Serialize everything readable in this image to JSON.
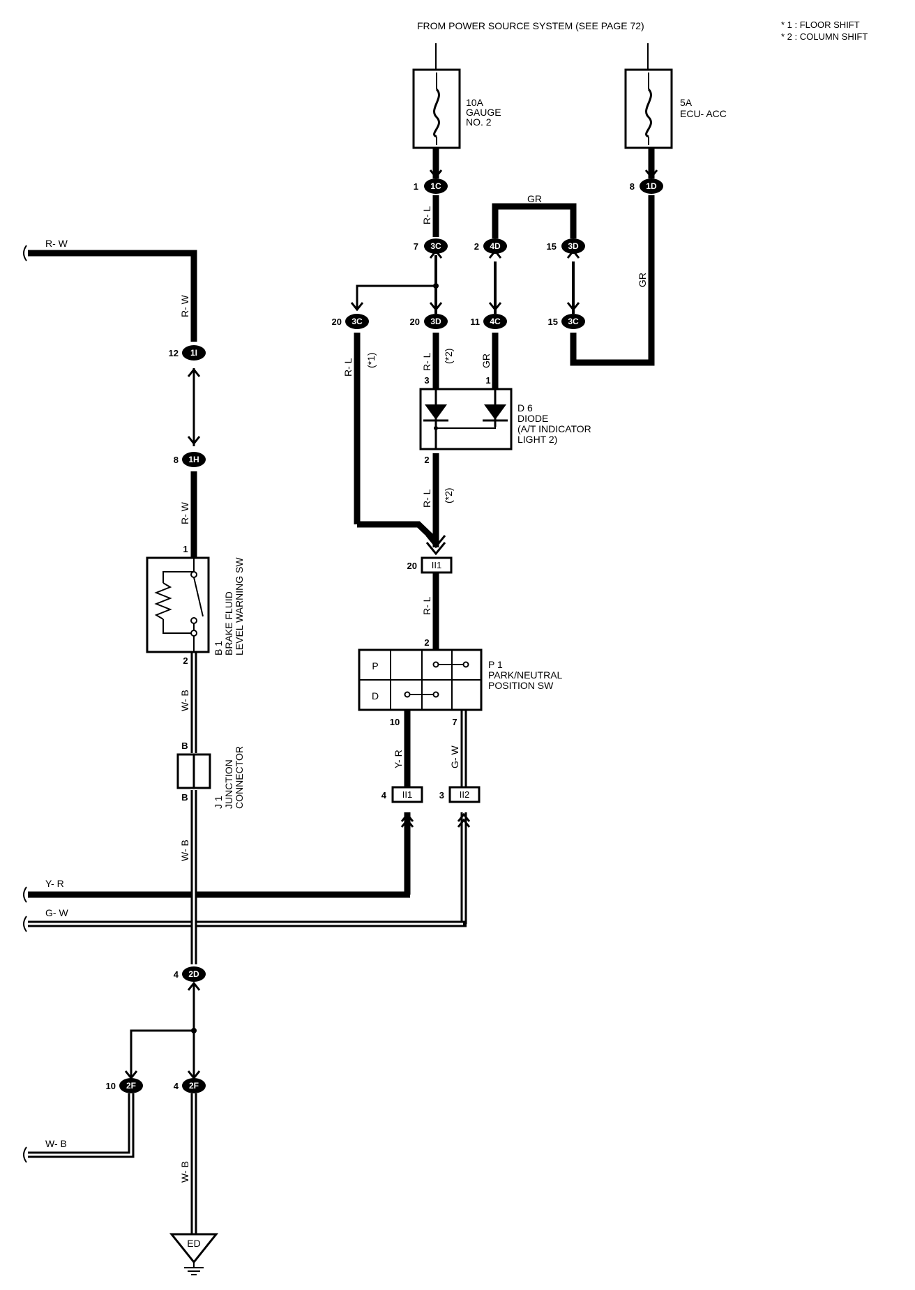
{
  "header": {
    "power_source": "FROM POWER SOURCE SYSTEM (SEE PAGE 72)",
    "note1": "* 1 : FLOOR SHIFT",
    "note2": "* 2 : COLUMN SHIFT"
  },
  "fuses": {
    "gauge": {
      "l1": "10A",
      "l2": "GAUGE",
      "l3": "NO. 2"
    },
    "ecu": {
      "l1": "5A",
      "l2": "ECU- ACC"
    }
  },
  "connectors": {
    "c1C": {
      "code": "1C",
      "pin": "1"
    },
    "c1D": {
      "code": "1D",
      "pin": "8"
    },
    "c3C_top": {
      "code": "3C",
      "pin": "7"
    },
    "c4D": {
      "code": "4D",
      "pin": "2"
    },
    "c3D_top": {
      "code": "3D",
      "pin": "15"
    },
    "c3C_l": {
      "code": "3C",
      "pin": "20"
    },
    "c3D_m": {
      "code": "3D",
      "pin": "20"
    },
    "c4C": {
      "code": "4C",
      "pin": "11"
    },
    "c3C_r": {
      "code": "3C",
      "pin": "15"
    },
    "c1I": {
      "code": "1I",
      "pin": "12"
    },
    "c1H": {
      "code": "1H",
      "pin": "8"
    },
    "cII1_top": {
      "code": "II1",
      "pin": "20"
    },
    "cII1_bot": {
      "code": "II1",
      "pin": "4"
    },
    "cII2": {
      "code": "II2",
      "pin": "3"
    },
    "c2D": {
      "code": "2D",
      "pin": "4"
    },
    "c2F_l": {
      "code": "2F",
      "pin": "10"
    },
    "c2F_r": {
      "code": "2F",
      "pin": "4"
    },
    "ground": "ED"
  },
  "wires": {
    "rw": "R- W",
    "rw_v": "R- W",
    "rl": "R- L",
    "gr": "GR",
    "wb": "W- B",
    "yr": "Y- R",
    "gw": "G- W",
    "s1": "(*1)",
    "s2": "(*2)"
  },
  "pins": {
    "p3": "3",
    "p1": "1",
    "p2": "2",
    "p10": "10",
    "p7": "7",
    "pB": "B"
  },
  "components": {
    "diode": {
      "id": "D 6",
      "l1": "DIODE",
      "l2": "(A/T INDICATOR",
      "l3": " LIGHT 2)"
    },
    "brake": {
      "id": "B 1",
      "l1": "BRAKE FLUID",
      "l2": "LEVEL WARNING SW"
    },
    "junction": {
      "id": "J 1",
      "l1": "JUNCTION",
      "l2": "CONNECTOR"
    },
    "park": {
      "id": "P 1",
      "l1": "PARK/NEUTRAL",
      "l2": "POSITION SW",
      "rowP": "P",
      "rowD": "D"
    }
  }
}
